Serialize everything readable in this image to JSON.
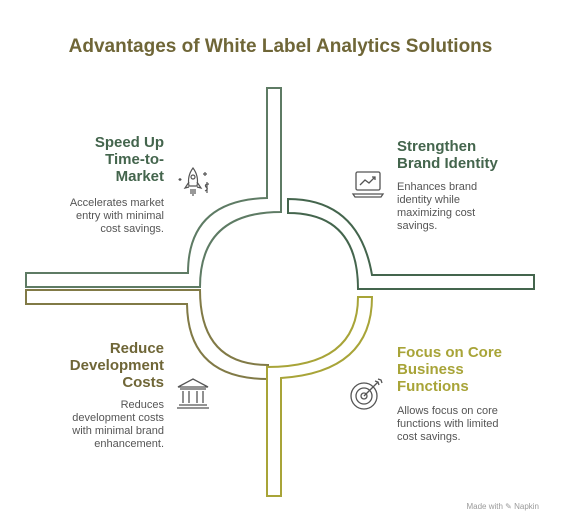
{
  "title": "Advantages of White Label Analytics Solutions",
  "colors": {
    "title": "#6f6637",
    "dark_green": "#44654d",
    "olive": "#6f6637",
    "yellow_olive": "#a8a438",
    "description": "#555555"
  },
  "quadrants": {
    "top_left": {
      "heading": [
        "Speed Up",
        "Time-to-",
        "Market"
      ],
      "description": [
        "Accelerates market",
        "entry with minimal",
        "cost savings."
      ],
      "icon": "rocket-icon"
    },
    "top_right": {
      "heading": [
        "Strengthen",
        "Brand Identity"
      ],
      "description": [
        "Enhances brand",
        "identity while",
        "maximizing cost",
        "savings."
      ],
      "icon": "laptop-chart-icon"
    },
    "bottom_left": {
      "heading": [
        "Reduce",
        "Development",
        "Costs"
      ],
      "description": [
        "Reduces",
        "development costs",
        "with minimal brand",
        "enhancement."
      ],
      "icon": "bank-building-icon"
    },
    "bottom_right": {
      "heading": [
        "Focus on Core",
        "Business",
        "Functions"
      ],
      "description": [
        "Allows focus on core",
        "functions with limited",
        "cost savings."
      ],
      "icon": "target-icon"
    }
  },
  "footer": {
    "made_with": "Made with",
    "brand": "Napkin"
  }
}
